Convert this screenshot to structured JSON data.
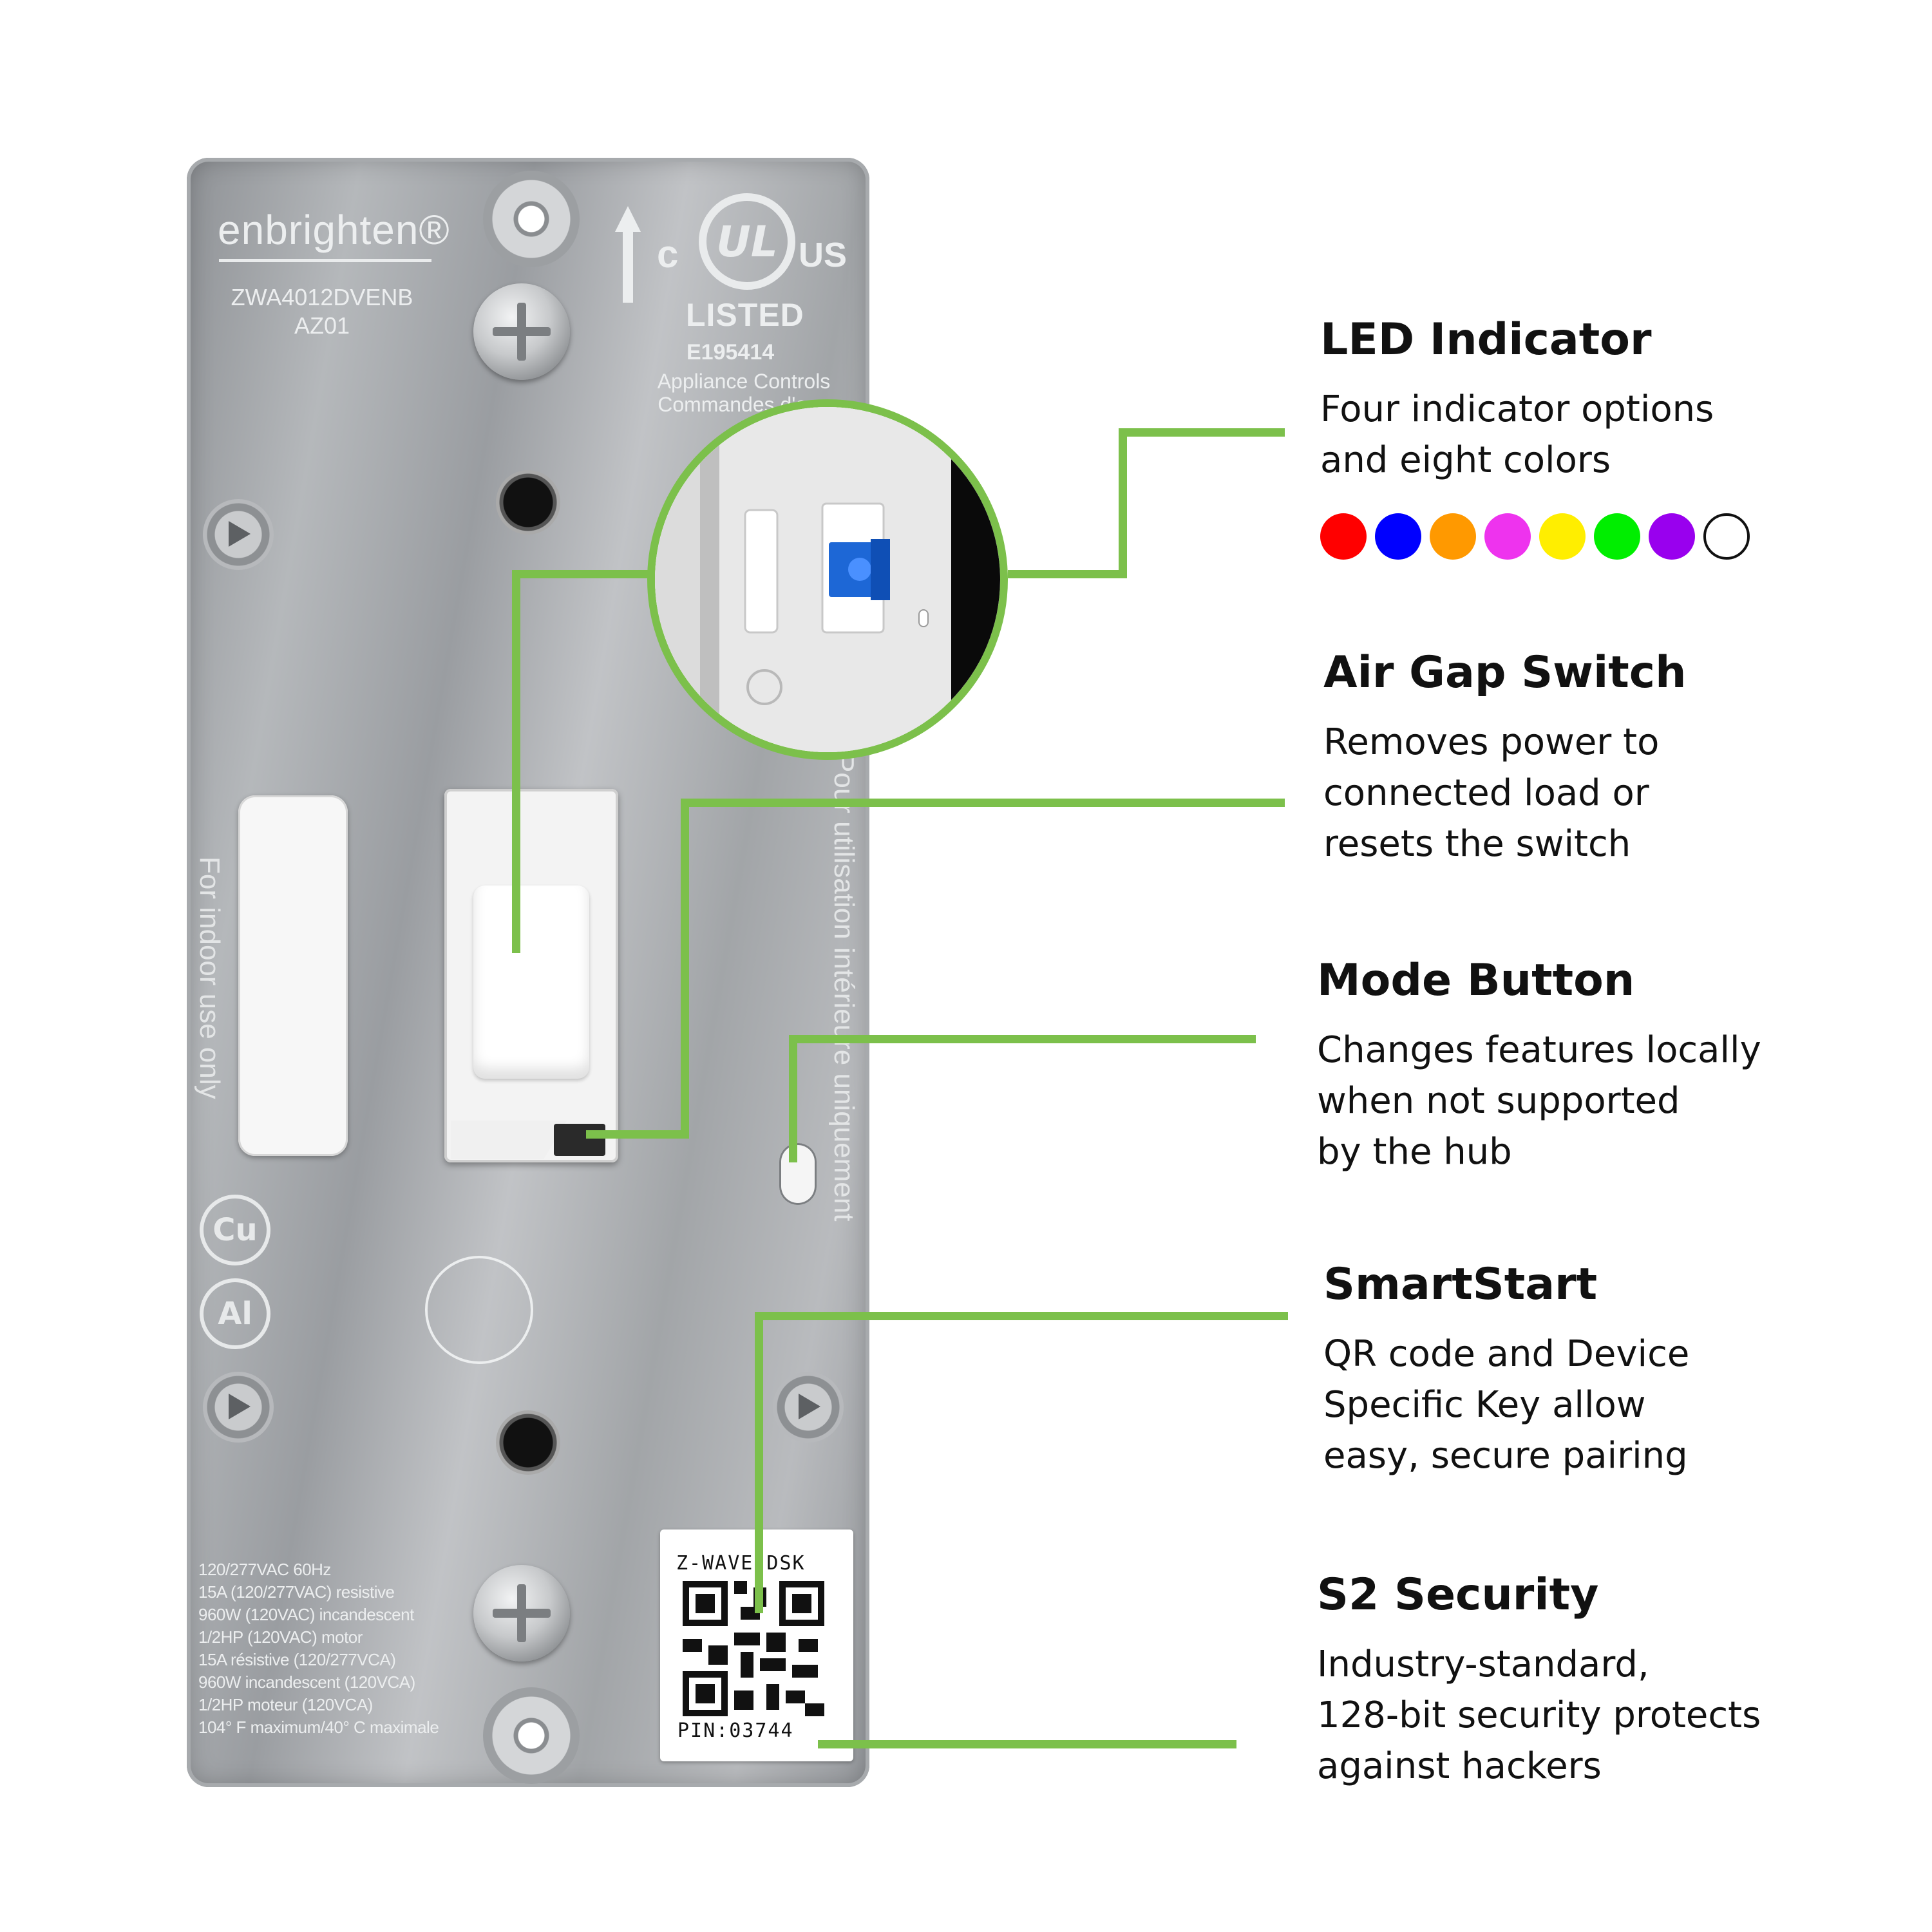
{
  "device": {
    "brand": "enbrighten®",
    "model": "ZWA4012DVENB",
    "revision": "AZ01",
    "ul_c": "c",
    "ul_mark": "UL",
    "ul_us": "US",
    "ul_listed": "LISTED",
    "ul_number": "E195414",
    "ul_category": "Appliance Controls\nCommandes d'app",
    "indoor_text": "For indoor use only",
    "interior_text": "Pour utilisation intérieure uniquement",
    "cert_cu": "Cu",
    "cert_al": "Al",
    "specs": [
      "120/277VAC 60Hz",
      "15A (120/277VAC) resistive",
      "960W (120VAC) incandescent",
      "1/2HP (120VAC) motor",
      "15A résistive (120/277VCA)",
      "960W incandescent (120VCA)",
      "1/2HP moteur (120VCA)",
      "104° F maximum/40° C maximale"
    ],
    "qr_header": "Z-WAVE DSK",
    "qr_pin": "PIN:03744"
  },
  "features": [
    {
      "title": "LED Indicator",
      "desc": "Four indicator options\nand eight colors"
    },
    {
      "title": "Air Gap Switch",
      "desc": "Removes power to\nconnected load or\nresets the switch"
    },
    {
      "title": "Mode Button",
      "desc": "Changes features locally\nwhen not supported\nby the hub"
    },
    {
      "title": "SmartStart",
      "desc": "QR code and Device\nSpecific Key allow\neasy, secure pairing"
    },
    {
      "title": "S2 Security",
      "desc": "Industry-standard,\n128-bit security protects\nagainst hackers"
    }
  ],
  "led_colors": [
    "#ff0000",
    "#0000ff",
    "#ff9900",
    "#ee33ee",
    "#ffee00",
    "#00ee00",
    "#9900ee",
    "#ffffff"
  ],
  "accent_color": "#7cc04b"
}
